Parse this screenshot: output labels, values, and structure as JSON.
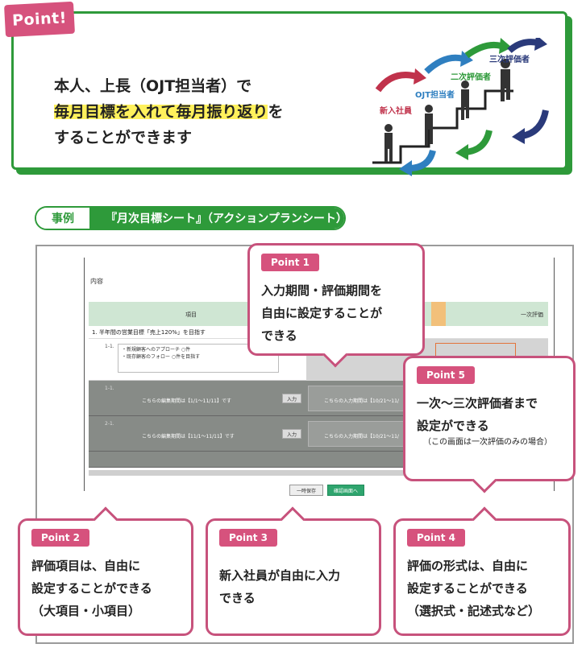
{
  "intro": {
    "tag": "Point!",
    "line1": "本人、上長（OJT担当者）で",
    "line2_highlight": "毎月目標を入れて毎月振り返り",
    "line2_tail": "を",
    "line3": "することができます"
  },
  "illustration": {
    "labels": [
      "新入社員",
      "OJT担当者",
      "二次評価者",
      "三次評価者"
    ],
    "colors": {
      "red": "#c0324b",
      "blue": "#2f7fc0",
      "green": "#2e9a3a",
      "navy": "#2a3a7a"
    }
  },
  "case": {
    "tag": "事例",
    "title": "『月次目標シート』（アクションプランシート）"
  },
  "screen": {
    "section_title": "内容",
    "col_item": "項目",
    "col_eval": "一次評価",
    "row_title": "1. 半年間の営業目標「売上120%」を目指す",
    "memo_num": "1-1.",
    "memo_lines": [
      "・新規顧客へのアプローチ ○件",
      "・既存顧客のフォロー ○件を目指す"
    ],
    "eval_btn": "こちらの入力期間は",
    "rows": [
      {
        "num": "1-1.",
        "left_text": "こちらの編集期間は【1/1〜11/11】です",
        "btn": "入力",
        "right_text": "こちらの入力期間は【10/21〜11/"
      },
      {
        "num": "2-1.",
        "left_text": "こちらの編集期間は【11/1〜11/11】です",
        "btn": "入力",
        "right_text": "こちらの入力期間は【10/21〜11/"
      }
    ],
    "btn_save": "一時保存",
    "btn_confirm": "確認画面へ"
  },
  "callouts": {
    "p1": {
      "tag": "Point 1",
      "lines": [
        "入力期間・評価期間を",
        "自由に設定することが",
        "できる"
      ]
    },
    "p5": {
      "tag": "Point 5",
      "lines": [
        "一次〜三次評価者まで",
        "設定ができる"
      ],
      "note": "（この画面は一次評価のみの場合）"
    },
    "p2": {
      "tag": "Point 2",
      "lines": [
        "評価項目は、自由に",
        "設定することができる",
        "（大項目・小項目）"
      ]
    },
    "p3": {
      "tag": "Point 3",
      "lines": [
        "新入社員が自由に入力",
        "できる"
      ]
    },
    "p4": {
      "tag": "Point 4",
      "lines": [
        "評価の形式は、自由に",
        "設定することができる",
        "（選択式・記述式など）"
      ]
    }
  }
}
